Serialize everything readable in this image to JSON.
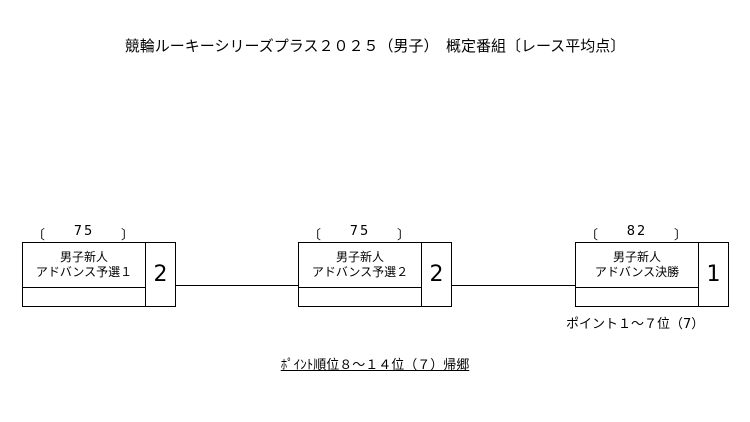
{
  "title": "競輪ルーキーシリーズプラス２０２５（男子）　概定番組〔レース平均点〕",
  "races": [
    {
      "score_open": "〔",
      "score_value": "75",
      "score_close": "〕",
      "line1": "男子新人",
      "line2": "アドバンス予選１",
      "count": "2"
    },
    {
      "score_open": "〔",
      "score_value": "75",
      "score_close": "〕",
      "line1": "男子新人",
      "line2": "アドバンス予選２",
      "count": "2"
    },
    {
      "score_open": "〔",
      "score_value": "82",
      "score_close": "〕",
      "line1": "男子新人",
      "line2": "アドバンス決勝",
      "count": "1"
    }
  ],
  "points_note": "ポイント１～７位（7）",
  "footer_note": "ﾎﾟｲﾝﾄ順位８～１４位（７）帰郷"
}
